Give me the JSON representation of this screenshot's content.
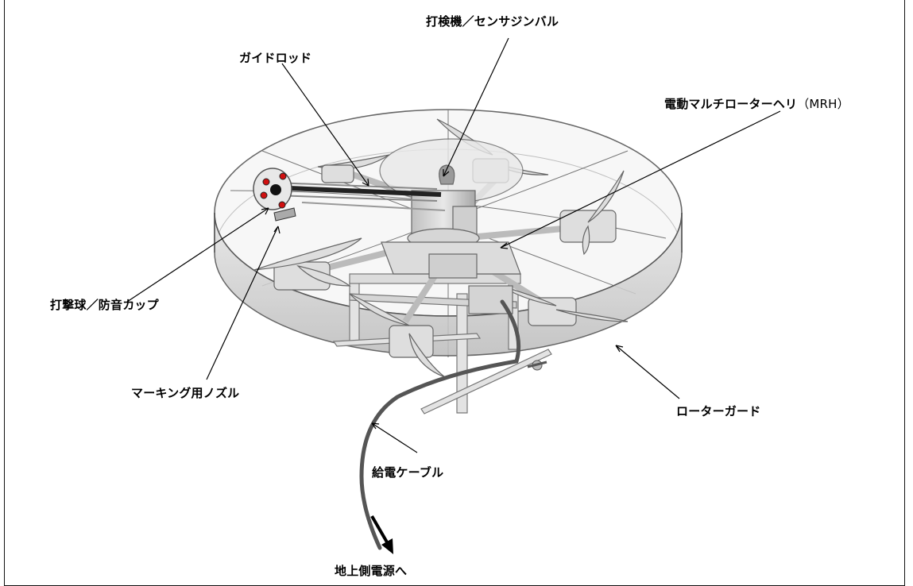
{
  "labels": {
    "gimbal": "打検機／センサジンバル",
    "guide_rod": "ガイドロッド",
    "mrh": "電動マルチローターヘリ",
    "mrh_abbrev": "（MRH）",
    "striker": "打撃球／防音カップ",
    "nozzle": "マーキング用ノズル",
    "rotor_guard": "ローターガード",
    "cable": "給電ケーブル",
    "ground_power": "地上側電源へ"
  },
  "colors": {
    "guard_fill": "#d9d9d9",
    "guard_stroke": "#555555",
    "body": "#cfcfcf",
    "cable": "#555555",
    "marker_red": "#d01010"
  }
}
